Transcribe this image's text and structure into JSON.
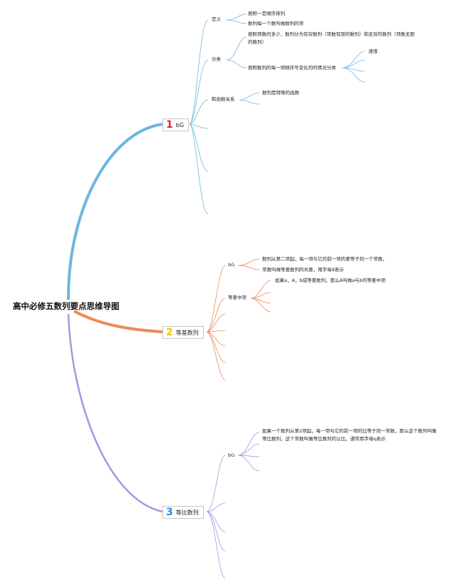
{
  "root": {
    "title": "高中必修五数列要点思维导图"
  },
  "branch1": {
    "number": "1",
    "label": "bG",
    "definition": {
      "label": "定义",
      "items": [
        "按照一定顺序排列",
        "数列每一个数叫做数列的项"
      ]
    },
    "classification": {
      "label": "分类",
      "by_count": "按照项数的多少，数列分为有穷数列（项数有限的数列）和无穷的数列（项数无限的数列）",
      "by_change": "按照数列的每一项随序号变化的的情况分类",
      "sub": [
        "递增"
      ]
    },
    "function_relation": {
      "label": "和函数关系",
      "item": "数列是特殊的函数"
    }
  },
  "branch2": {
    "number": "2",
    "label": "等差数列",
    "definition": {
      "label": "bG",
      "items": [
        "数列从第二项起，每一项与它的前一项的差等于同一个常数，",
        "常数叫做等差数列的共差，用字母d表示"
      ]
    },
    "middle_term": {
      "label": "等差中项",
      "item": "如果a，A，b成等差数列，那么A叫做a与b的等差中项"
    }
  },
  "branch3": {
    "number": "3",
    "label": "等比数列",
    "definition": {
      "label": "bG",
      "item": "如果一个数列从第2项起，每一项与它的前一项的比等于同一常数，那么这个数列叫做等比数列，这个常数叫做等比数列的公比，通常用字母q表示"
    }
  },
  "colors": {
    "branch1": "#6bb7dd",
    "branch2": "#ee8a5c",
    "branch3": "#a995dc"
  }
}
